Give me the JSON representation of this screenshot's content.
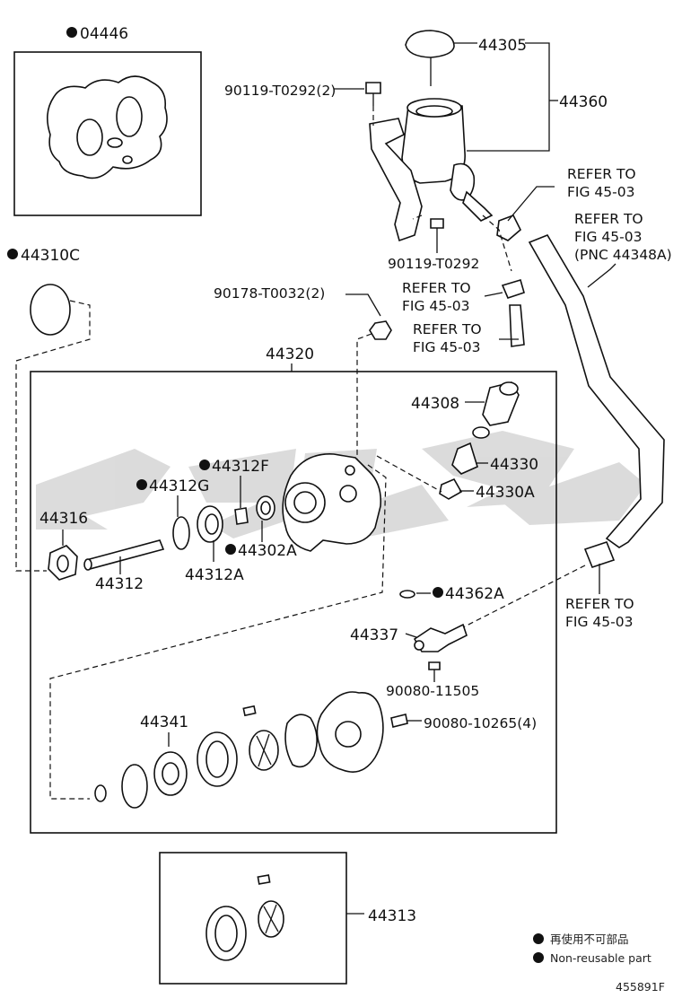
{
  "labels": {
    "p04446": "04446",
    "p44310C": "44310C",
    "p44305": "44305",
    "p44360": "44360",
    "p90119a": "90119-T0292(2)",
    "p90119b": "90119-T0292",
    "refer1": [
      "REFER TO",
      "FIG 45-03"
    ],
    "refer2": [
      "REFER TO",
      "FIG 45-03",
      "(PNC 44348A)"
    ],
    "refer3": [
      "REFER TO",
      "FIG 45-03"
    ],
    "refer4": [
      "REFER TO",
      "FIG 45-03"
    ],
    "refer5": [
      "REFER TO",
      "FIG 45-03"
    ],
    "p90178": "90178-T0032(2)",
    "p44320": "44320",
    "p44308": "44308",
    "p44330": "44330",
    "p44330A": "44330A",
    "p44312F": "44312F",
    "p44312G": "44312G",
    "p44316": "44316",
    "p44312": "44312",
    "p44312A": "44312A",
    "p44302A": "44302A",
    "p44362A": "44362A",
    "p44337": "44337",
    "p90080a": "90080-11505",
    "p90080b": "90080-10265(4)",
    "p44341": "44341",
    "p44313": "44313"
  },
  "legend": {
    "jp": "再使用不可部品",
    "en": "Non-reusable part"
  },
  "watermark": "UNK",
  "figure_id": "455891F",
  "colors": {
    "ink": "#111111",
    "watermark": "#d9d9d9",
    "background": "#ffffff"
  }
}
